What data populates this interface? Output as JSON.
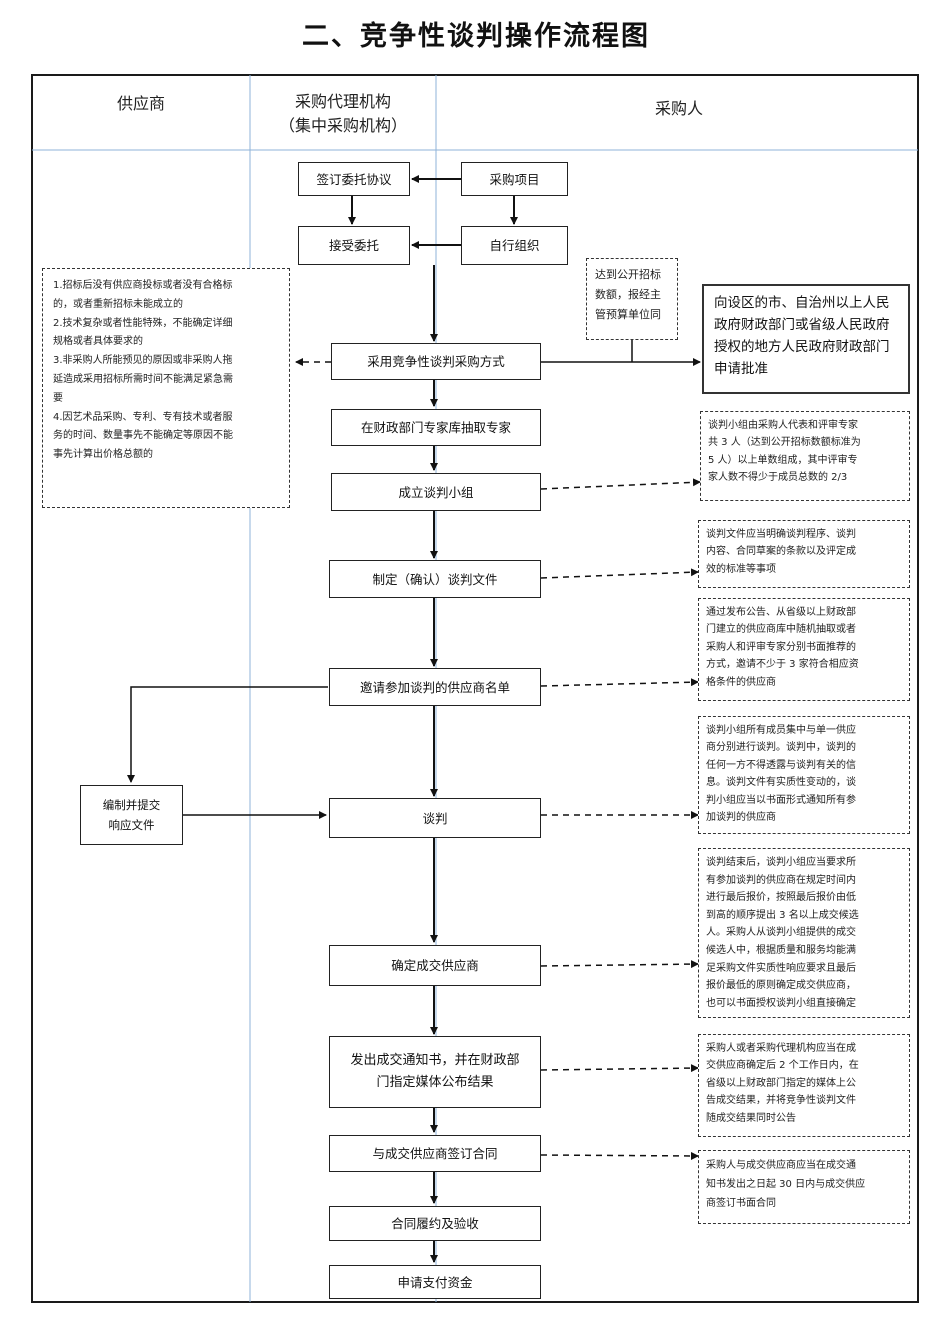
{
  "title": "二、竞争性谈判操作流程图",
  "lanes": {
    "supplier": "供应商",
    "agency_line1": "采购代理机构",
    "agency_line2": "（集中采购机构）",
    "purchaser": "采购人"
  },
  "steps": {
    "sign_agreement": "签订委托协议",
    "procurement_project": "采购项目",
    "accept_entrustment": "接受委托",
    "self_organize": "自行组织",
    "adopt_method": "采用竞争性谈判采购方式",
    "draw_experts": "在财政部门专家库抽取专家",
    "form_panel": "成立谈判小组",
    "prepare_docs": "制定（确认）谈判文件",
    "invite_list": "邀请参加谈判的供应商名单",
    "negotiation": "谈判",
    "confirm_supplier": "确定成交供应商",
    "issue_notice_line1": "发出成交通知书，并在财政部",
    "issue_notice_line2": "门指定媒体公布结果",
    "sign_contract": "与成交供应商签订合同",
    "perform_accept": "合同履约及验收",
    "apply_payment": "申请支付资金",
    "prepare_response_line1": "编制并提交",
    "prepare_response_line2": "响应文件"
  },
  "small_note": [
    "达到公开招标",
    "数额，报经主",
    "管预算单位同"
  ],
  "approval_box": [
    "向设区的市、自治州以上人民",
    "政府财政部门或省级人民政府",
    "授权的地方人民政府财政部门",
    "申请批准"
  ],
  "left_note": [
    "1.招标后没有供应商投标或者没有合格标",
    "的，或者重新招标未能成立的",
    "2.技术复杂或者性能特殊，不能确定详细",
    "规格或者具体要求的",
    "3.非采购人所能预见的原因或非采购人拖",
    "延造成采用招标所需时间不能满足紧急需",
    "要",
    "4.因艺术品采购、专利、专有技术或者服",
    "务的时间、数量事先不能确定等原因不能",
    "事先计算出价格总额的"
  ],
  "right_notes": {
    "panel": [
      "谈判小组由采购人代表和评审专家",
      "共 3 人（达到公开招标数额标准为",
      "5 人）以上单数组成，其中评审专",
      "家人数不得少于成员总数的 2/3"
    ],
    "docs": [
      "谈判文件应当明确谈判程序、谈判",
      "内容、合同草案的条款以及评定成",
      "效的标准等事项"
    ],
    "invite": [
      "通过发布公告、从省级以上财政部",
      "门建立的供应商库中随机抽取或者",
      "采购人和评审专家分别书面推荐的",
      "方式，邀请不少于 3 家符合相应资",
      "格条件的供应商"
    ],
    "negotiation": [
      "谈判小组所有成员集中与单一供应",
      "商分别进行谈判。谈判中，谈判的",
      "任何一方不得透露与谈判有关的信",
      "息。谈判文件有实质性变动的，谈",
      "判小组应当以书面形式通知所有参",
      "加谈判的供应商"
    ],
    "confirm": [
      "谈判结束后，谈判小组应当要求所",
      "有参加谈判的供应商在规定时间内",
      "进行最后报价，按照最后报价由低",
      "到高的顺序提出 3 名以上成交候选",
      "人。采购人从谈判小组提供的成交",
      "候选人中，根据质量和服务均能满",
      "足采购文件实质性响应要求且最后",
      "报价最低的原则确定成交供应商，",
      "也可以书面授权谈判小组直接确定"
    ],
    "notice": [
      "采购人或者采购代理机构应当在成",
      "交供应商确定后 2 个工作日内，在",
      "省级以上财政部门指定的媒体上公",
      "告成交结果，并将竞争性谈判文件",
      "随成交结果同时公告"
    ],
    "contract": [
      "采购人与成交供应商应当在成交通",
      "知书发出之日起 30 日内与成交供应",
      "商签订书面合同"
    ]
  }
}
